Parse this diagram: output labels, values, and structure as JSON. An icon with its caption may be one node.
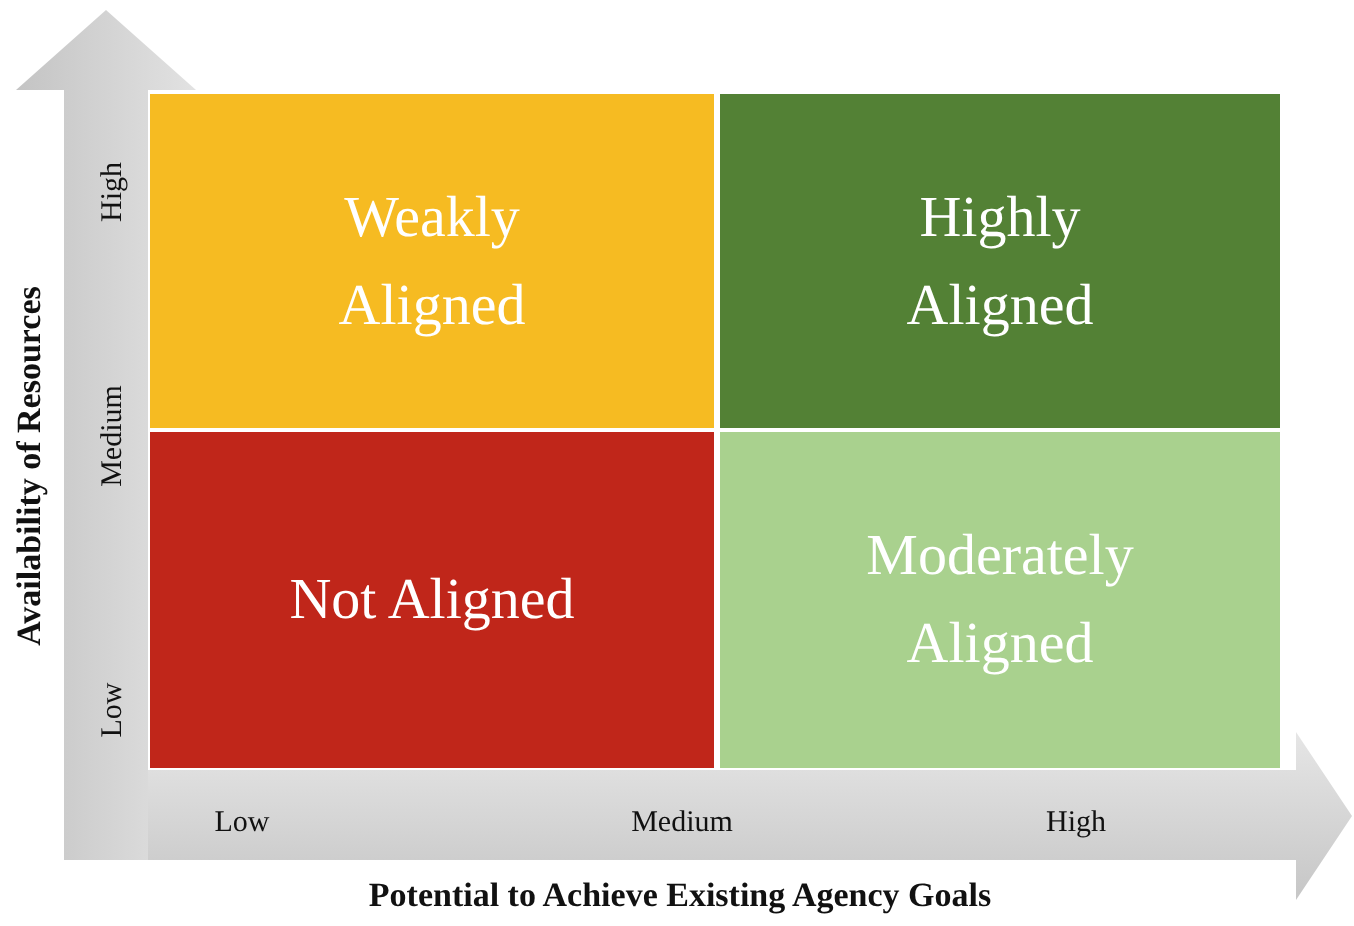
{
  "diagram": {
    "nodes": [
      {
        "text": [
          "Weakly Aligned"
        ]
      },
      {
        "text": [
          "Highly Aligned"
        ]
      },
      {
        "text": [
          "Not Aligned"
        ]
      },
      {
        "text": [
          "Moderately Aligned"
        ]
      }
    ],
    "labels": [
      "Availability of Resources",
      "High",
      "Medium",
      "Low",
      "Low",
      "Medium",
      "High",
      "Potential to Achieve Existing Agency Goals"
    ]
  }
}
